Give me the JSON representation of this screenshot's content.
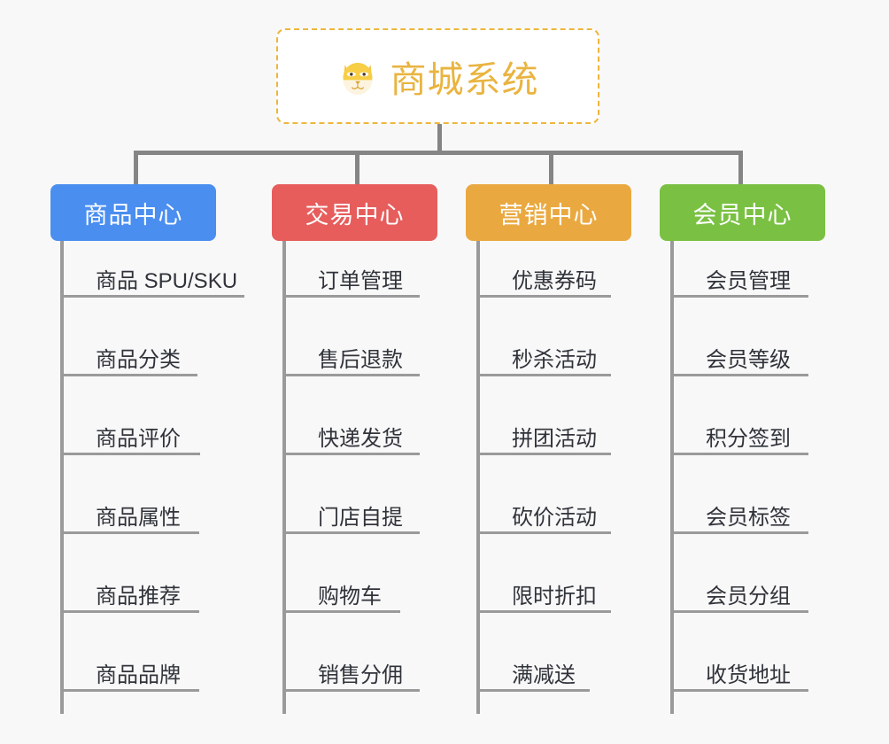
{
  "diagram": {
    "type": "mind-map",
    "background_color": "#f8f8f8",
    "root": {
      "title": "商城系统",
      "icon": "shiba-dog-face-icon",
      "border_color": "#edb63c",
      "text_color": "#e9b440"
    },
    "connector_color": "#858585",
    "branches": [
      {
        "label": "商品中心",
        "color": "#4a8ef0",
        "items": [
          "商品 SPU/SKU",
          "商品分类",
          "商品评价",
          "商品属性",
          "商品推荐",
          "商品品牌"
        ]
      },
      {
        "label": "交易中心",
        "color": "#e65d5c",
        "items": [
          "订单管理",
          "售后退款",
          "快递发货",
          "门店自提",
          "购物车",
          "销售分佣"
        ]
      },
      {
        "label": "营销中心",
        "color": "#eaa940",
        "items": [
          "优惠券码",
          "秒杀活动",
          "拼团活动",
          "砍价活动",
          "限时折扣",
          "满减送"
        ]
      },
      {
        "label": "会员中心",
        "color": "#7ac143",
        "items": [
          "会员管理",
          "会员等级",
          "积分签到",
          "会员标签",
          "会员分组",
          "收货地址"
        ]
      }
    ]
  }
}
